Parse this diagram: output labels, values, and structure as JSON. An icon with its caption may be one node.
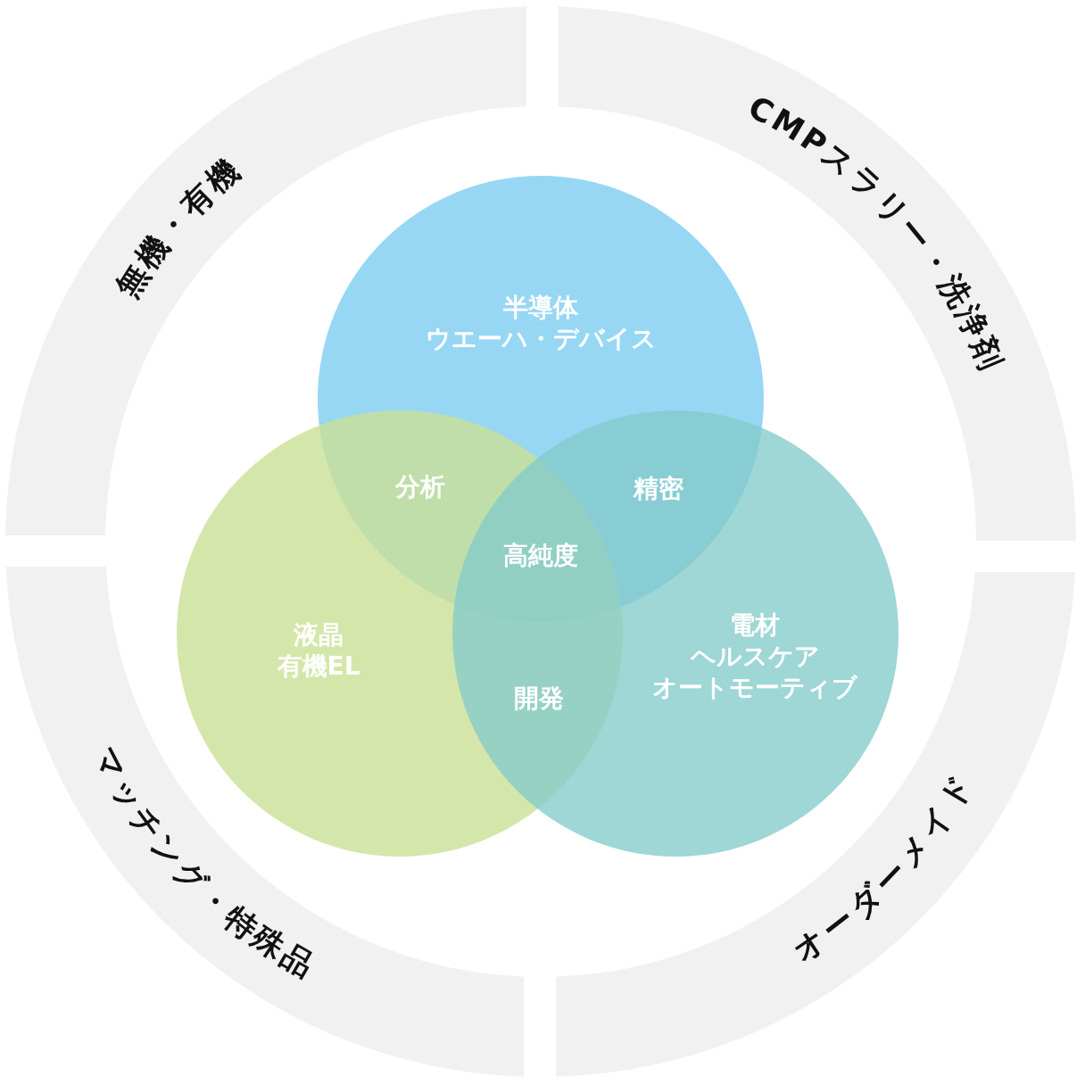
{
  "diagram": {
    "nodes": [
      {
        "text": [
          "無機・有機"
        ]
      },
      {
        "text": [
          "CMPスラリー・洗浄剤"
        ]
      },
      {
        "text": [
          "半導体",
          "ウエーハ・デバイス"
        ]
      },
      {
        "text": [
          "液晶",
          "有機EL"
        ]
      },
      {
        "text": [
          "電材",
          "ヘルスケア",
          "オートモーティブ"
        ]
      },
      {
        "text": [
          "マッチング・特殊品"
        ]
      },
      {
        "text": [
          "オーダーメイド"
        ]
      }
    ],
    "labels": [
      "分析",
      "精密",
      "高純度",
      "開発"
    ]
  }
}
